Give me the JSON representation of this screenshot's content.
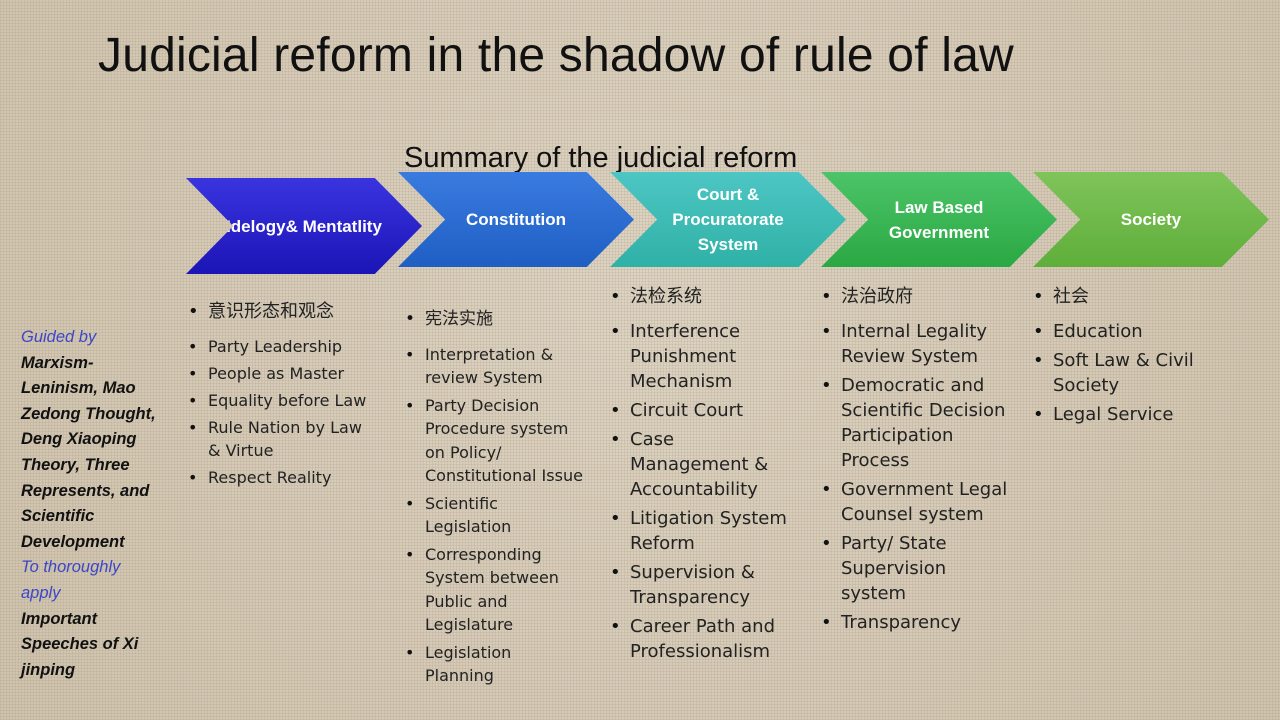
{
  "slide": {
    "title": "Judicial reform in the shadow of rule of law",
    "subtitle": "Summary of the judicial reform"
  },
  "side_note": {
    "line1": "Guided by",
    "line2": "Marxism-Leninism, Mao Zedong Thought, Deng Xiaoping Theory, Three Represents, and Scientific Development",
    "line3": "To thoroughly apply",
    "line4": "Important Speeches of Xi jinping"
  },
  "steps": [
    {
      "label": "Idelogy& Mentatlity",
      "color_from": "#3a34e0",
      "color_to": "#1b14b6",
      "items": [
        "意识形态和观念",
        "Party Leadership",
        "People as Master",
        "Equality before Law",
        "Rule Nation by Law & Virtue",
        "Respect Reality"
      ]
    },
    {
      "label": "Constitution",
      "color_from": "#3a7be0",
      "color_to": "#1f5fc4",
      "items": [
        "宪法实施",
        "Interpretation & review System",
        "Party Decision Procedure system on Policy/ Constitutional Issue",
        "Scientific Legislation",
        "Corresponding System between Public and Legislature",
        "Legislation Planning"
      ]
    },
    {
      "label": "Court & Procuratorate System",
      "color_from": "#4dc6c4",
      "color_to": "#2fb1a6",
      "items": [
        "法检系统",
        "Interference Punishment Mechanism",
        "Circuit Court",
        "Case Management & Accountability",
        "Litigation System Reform",
        "Supervision & Transparency",
        "Career Path and Professionalism"
      ]
    },
    {
      "label": "Law Based Government",
      "color_from": "#4cc468",
      "color_to": "#2aa843",
      "items": [
        "法治政府",
        "Internal Legality Review System",
        "Democratic and Scientific Decision Participation Process",
        "Government Legal Counsel system",
        "Party/ State Supervision system",
        "Transparency"
      ]
    },
    {
      "label": "Society",
      "color_from": "#7fc45a",
      "color_to": "#5fae3a",
      "items": [
        "社会",
        "Education",
        "Soft Law & Civil Society",
        "Legal Service"
      ]
    }
  ]
}
